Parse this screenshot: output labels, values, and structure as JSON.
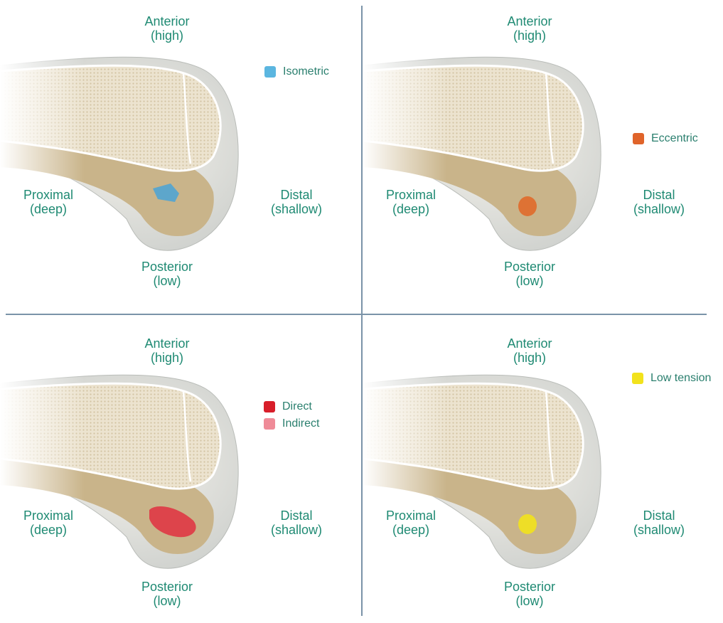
{
  "labels": {
    "anterior": "Anterior",
    "anterior_sub": "(high)",
    "posterior": "Posterior",
    "posterior_sub": "(low)",
    "proximal": "Proximal",
    "proximal_sub": "(deep)",
    "distal": "Distal",
    "distal_sub": "(shallow)"
  },
  "panels": [
    {
      "legend": [
        {
          "label": "Isometric",
          "color": "#5bb6e0"
        }
      ],
      "marker_color": "#4aa3d6",
      "marker_shape": "rect"
    },
    {
      "legend": [
        {
          "label": "Eccentric",
          "color": "#e0642a"
        }
      ],
      "marker_color": "#e06a2a",
      "marker_shape": "round"
    },
    {
      "legend": [
        {
          "label": "Direct",
          "color": "#d81e2a"
        },
        {
          "label": "Indirect",
          "color": "#ef8b98"
        }
      ],
      "marker_color": "#e03040",
      "marker_shape": "wide"
    },
    {
      "legend": [
        {
          "label": "Low tension",
          "color": "#f2e21c"
        }
      ],
      "marker_color": "#f2e21c",
      "marker_shape": "round"
    }
  ],
  "colors": {
    "label_green": "#1f8a73",
    "divider": "#7a93a8",
    "bone_light": "#ece3cf",
    "bone_tan": "#c9b48a"
  }
}
